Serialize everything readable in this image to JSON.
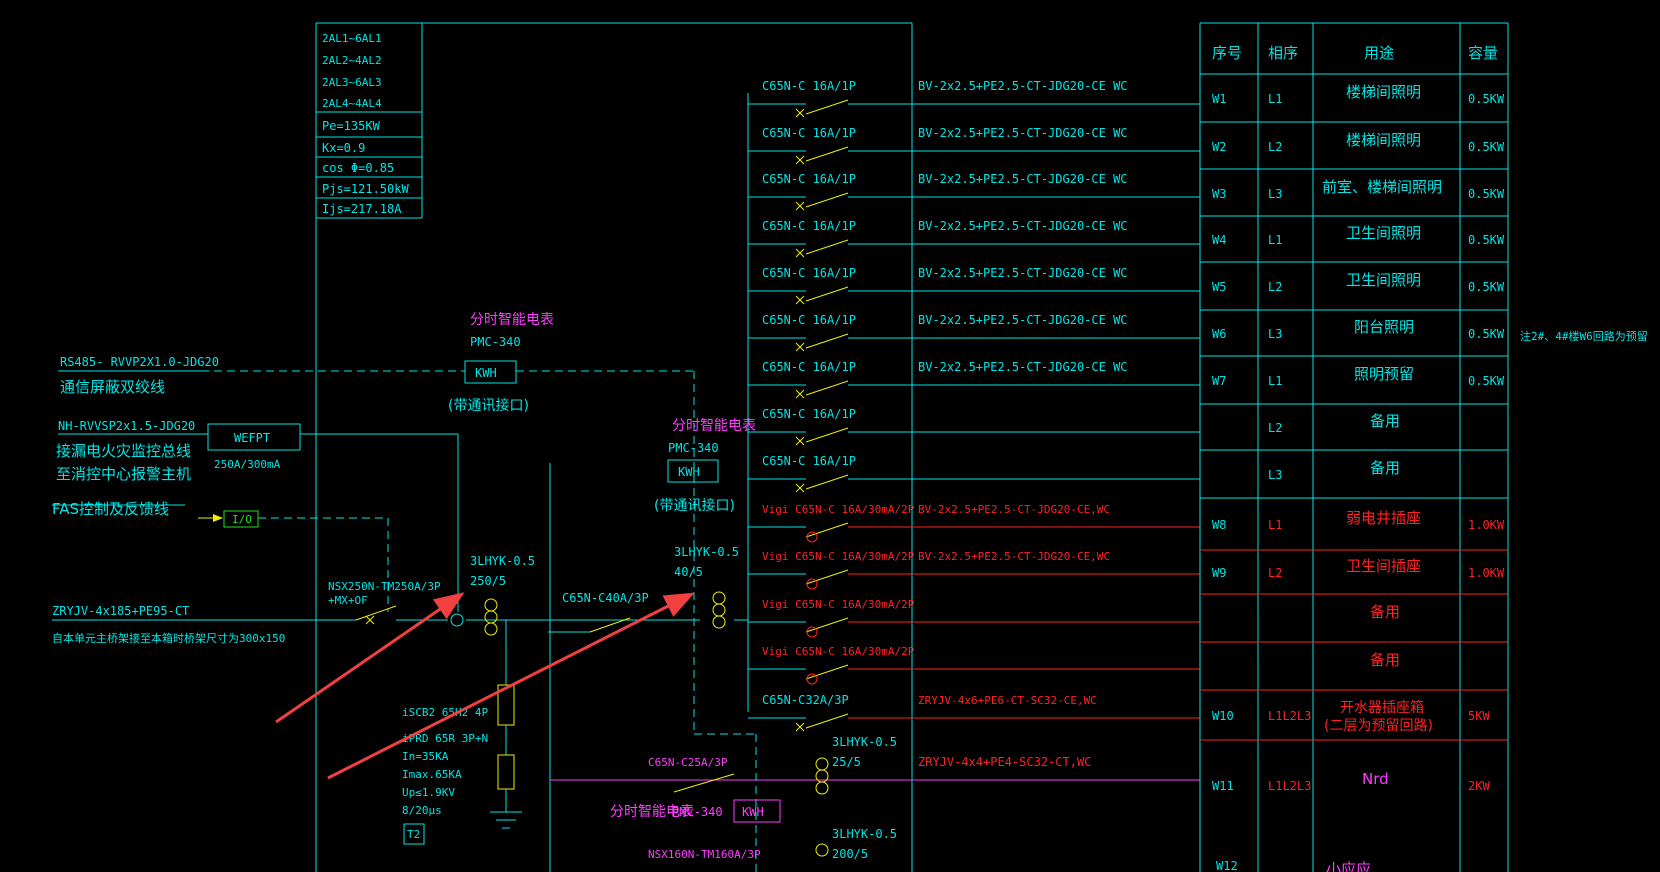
{
  "colors": {
    "cyan": "#00e5e5",
    "yellow": "#f0f000",
    "magenta": "#ff3cff",
    "red": "#ff2222",
    "green": "#22dd22",
    "arrow": "#f04040"
  },
  "info_box": {
    "panels": [
      "2AL1~6AL1",
      "2AL2~4AL2",
      "2AL3~6AL3",
      "2AL4~4AL4"
    ],
    "pe": "Pe=135KW",
    "kx": "Kx=0.9",
    "cos": "cos Φ=0.85",
    "pjs": "Pjs=121.50kW",
    "ijs": "Ijs=217.18A"
  },
  "left_labels": {
    "rs485": "RS485- RVVP2X1.0-JDG20",
    "comm_cable": "通信屏蔽双绞线",
    "nh_cable": "NH-RVVSP2x1.5-JDG20",
    "leak_bus": "接漏电火灾监控总线",
    "leak_host": "至消控中心报警主机",
    "fas": "FAS控制及反馈线",
    "io": "I/O",
    "wefpt": "WEFPT",
    "wefpt_rating": "250A/300mA",
    "main_cable": "ZRYJV-4x185+PE95-CT",
    "main_cable_note": "自本单元主桥架接至本箱时桥架尺寸为300x150",
    "main_breaker": "NSX250N-TM250A/3P",
    "main_breaker_opt": "+MX+OF",
    "ct1_model": "3LHYK-0.5",
    "ct1_ratio": "250/5",
    "meter_title": "分时智能电表",
    "meter_model": "PMC-340",
    "kwh": "KWH",
    "meter_note": "(带通讯接口)",
    "meter2_title": "分时智能电表",
    "meter2_model": "PMC-340",
    "meter2_note": "(带通讯接口)",
    "sub_breaker": "C65N-C40A/3P",
    "ct2_model": "3LHYK-0.5",
    "ct2_ratio": "40/5",
    "spd1": "iSCB2 65H2 4P",
    "spd2": "iPRD 65R 3P+N",
    "spd_in": "In=35KA",
    "spd_imax": "Imax.65KA",
    "spd_up": "Up≤1.9KV",
    "spd_wave": "8/20μs",
    "spd_class": "T2",
    "c25": "C65N-C25A/3P",
    "ct3_model": "3LHYK-0.5",
    "ct3_ratio": "25/5",
    "meter3_title": "分时智能电表",
    "meter3_model": "PMC-340",
    "nsx160": "NSX160N-TM160A/3P",
    "ct4_model": "3LHYK-0.5",
    "ct4_ratio": "200/5"
  },
  "circuits": [
    {
      "breaker": "C65N-C 16A/1P",
      "cable": "BV-2x2.5+PE2.5-CT-JDG20-CE WC",
      "no": "W1",
      "phase": "L1",
      "use": "楼梯间照明",
      "cap": "0.5KW",
      "color": "cyan"
    },
    {
      "breaker": "C65N-C 16A/1P",
      "cable": "BV-2x2.5+PE2.5-CT-JDG20-CE WC",
      "no": "W2",
      "phase": "L2",
      "use": "楼梯间照明",
      "cap": "0.5KW",
      "color": "cyan"
    },
    {
      "breaker": "C65N-C 16A/1P",
      "cable": "BV-2x2.5+PE2.5-CT-JDG20-CE WC",
      "no": "W3",
      "phase": "L3",
      "use": "前室、楼梯间照明",
      "cap": "0.5KW",
      "color": "cyan"
    },
    {
      "breaker": "C65N-C 16A/1P",
      "cable": "BV-2x2.5+PE2.5-CT-JDG20-CE WC",
      "no": "W4",
      "phase": "L1",
      "use": "卫生间照明",
      "cap": "0.5KW",
      "color": "cyan"
    },
    {
      "breaker": "C65N-C 16A/1P",
      "cable": "BV-2x2.5+PE2.5-CT-JDG20-CE WC",
      "no": "W5",
      "phase": "L2",
      "use": "卫生间照明",
      "cap": "0.5KW",
      "color": "cyan"
    },
    {
      "breaker": "C65N-C 16A/1P",
      "cable": "BV-2x2.5+PE2.5-CT-JDG20-CE WC",
      "no": "W6",
      "phase": "L3",
      "use": "阳台照明",
      "cap": "0.5KW",
      "color": "cyan"
    },
    {
      "breaker": "C65N-C 16A/1P",
      "cable": "BV-2x2.5+PE2.5-CT-JDG20-CE WC",
      "no": "W7",
      "phase": "L1",
      "use": "照明预留",
      "cap": "0.5KW",
      "color": "cyan"
    },
    {
      "breaker": "C65N-C 16A/1P",
      "cable": "",
      "no": "",
      "phase": "L2",
      "use": "备用",
      "cap": "",
      "color": "cyan"
    },
    {
      "breaker": "C65N-C 16A/1P",
      "cable": "",
      "no": "",
      "phase": "L3",
      "use": "备用",
      "cap": "",
      "color": "cyan"
    },
    {
      "breaker": "Vigi C65N-C 16A/30mA/2P",
      "cable": "BV-2x2.5+PE2.5-CT-JDG20-CE,WC",
      "no": "W8",
      "phase": "L1",
      "use": "弱电井插座",
      "cap": "1.0KW",
      "color": "red"
    },
    {
      "breaker": "Vigi C65N-C 16A/30mA/2P",
      "cable": "BV-2x2.5+PE2.5-CT-JDG20-CE,WC",
      "no": "W9",
      "phase": "L2",
      "use": "卫生间插座",
      "cap": "1.0KW",
      "color": "red"
    },
    {
      "breaker": "Vigi C65N-C 16A/30mA/2P",
      "cable": "",
      "no": "",
      "phase": "",
      "use": "备用",
      "cap": "",
      "color": "red"
    },
    {
      "breaker": "Vigi C65N-C 16A/30mA/2P",
      "cable": "",
      "no": "",
      "phase": "",
      "use": "备用",
      "cap": "",
      "color": "red"
    },
    {
      "breaker": "C65N-C32A/3P",
      "cable": "ZRYJV-4x6+PE6-CT-SC32-CE,WC",
      "no": "W10",
      "phase": "L1L2L3",
      "use": "开水器插座箱",
      "use2": "(二层为预留回路)",
      "cap": "5KW",
      "color": "red"
    },
    {
      "breaker": "",
      "cable": "ZRYJV-4x4+PE4-SC32-CT,WC",
      "no": "W11",
      "phase": "L1L2L3",
      "use": "Nrd",
      "cap": "2KW",
      "color": "magenta"
    }
  ],
  "table_headers": {
    "no": "序号",
    "phase": "相序",
    "use": "用途",
    "cap": "容量"
  },
  "w12": {
    "no": "W12",
    "use": "小应应"
  },
  "side_note": "注2#、4#楼W6回路为预留"
}
